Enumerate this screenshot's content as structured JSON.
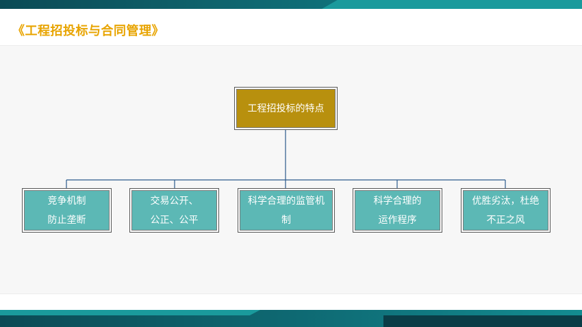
{
  "header": {
    "title": "《工程招投标与合同管理》"
  },
  "diagram": {
    "root": {
      "label": "工程招投标的特点"
    },
    "children": [
      {
        "label": "竞争机制\n防止垄断"
      },
      {
        "label": "交易公开、\n公正、公平"
      },
      {
        "label": "科学合理的监管机\n制"
      },
      {
        "label": "科学合理的\n运作程序"
      },
      {
        "label": "优胜劣汰，杜绝\n不正之风"
      }
    ]
  },
  "colors": {
    "title": "#e8a400",
    "root_fill": "#b8900e",
    "child_fill": "#5cb8b5",
    "connector": "#2a5a8c",
    "band": "#0f6f78"
  }
}
